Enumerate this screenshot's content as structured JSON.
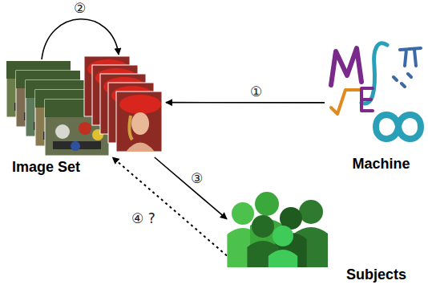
{
  "diagram": {
    "nodes": [
      {
        "text": [
          "Image Set"
        ]
      },
      {
        "text": [
          "Machine"
        ]
      },
      {
        "text": [
          "Subjects"
        ]
      }
    ],
    "edges": [
      {
        "from": 1,
        "to": 0,
        "arrow": "to",
        "label": "①"
      },
      {
        "from": 0,
        "to": 2,
        "arrow": "to",
        "label": "③"
      },
      {
        "from": 2,
        "to": 0,
        "arrow": "to",
        "label": "④ ?"
      }
    ],
    "labels": [
      "②"
    ]
  }
}
